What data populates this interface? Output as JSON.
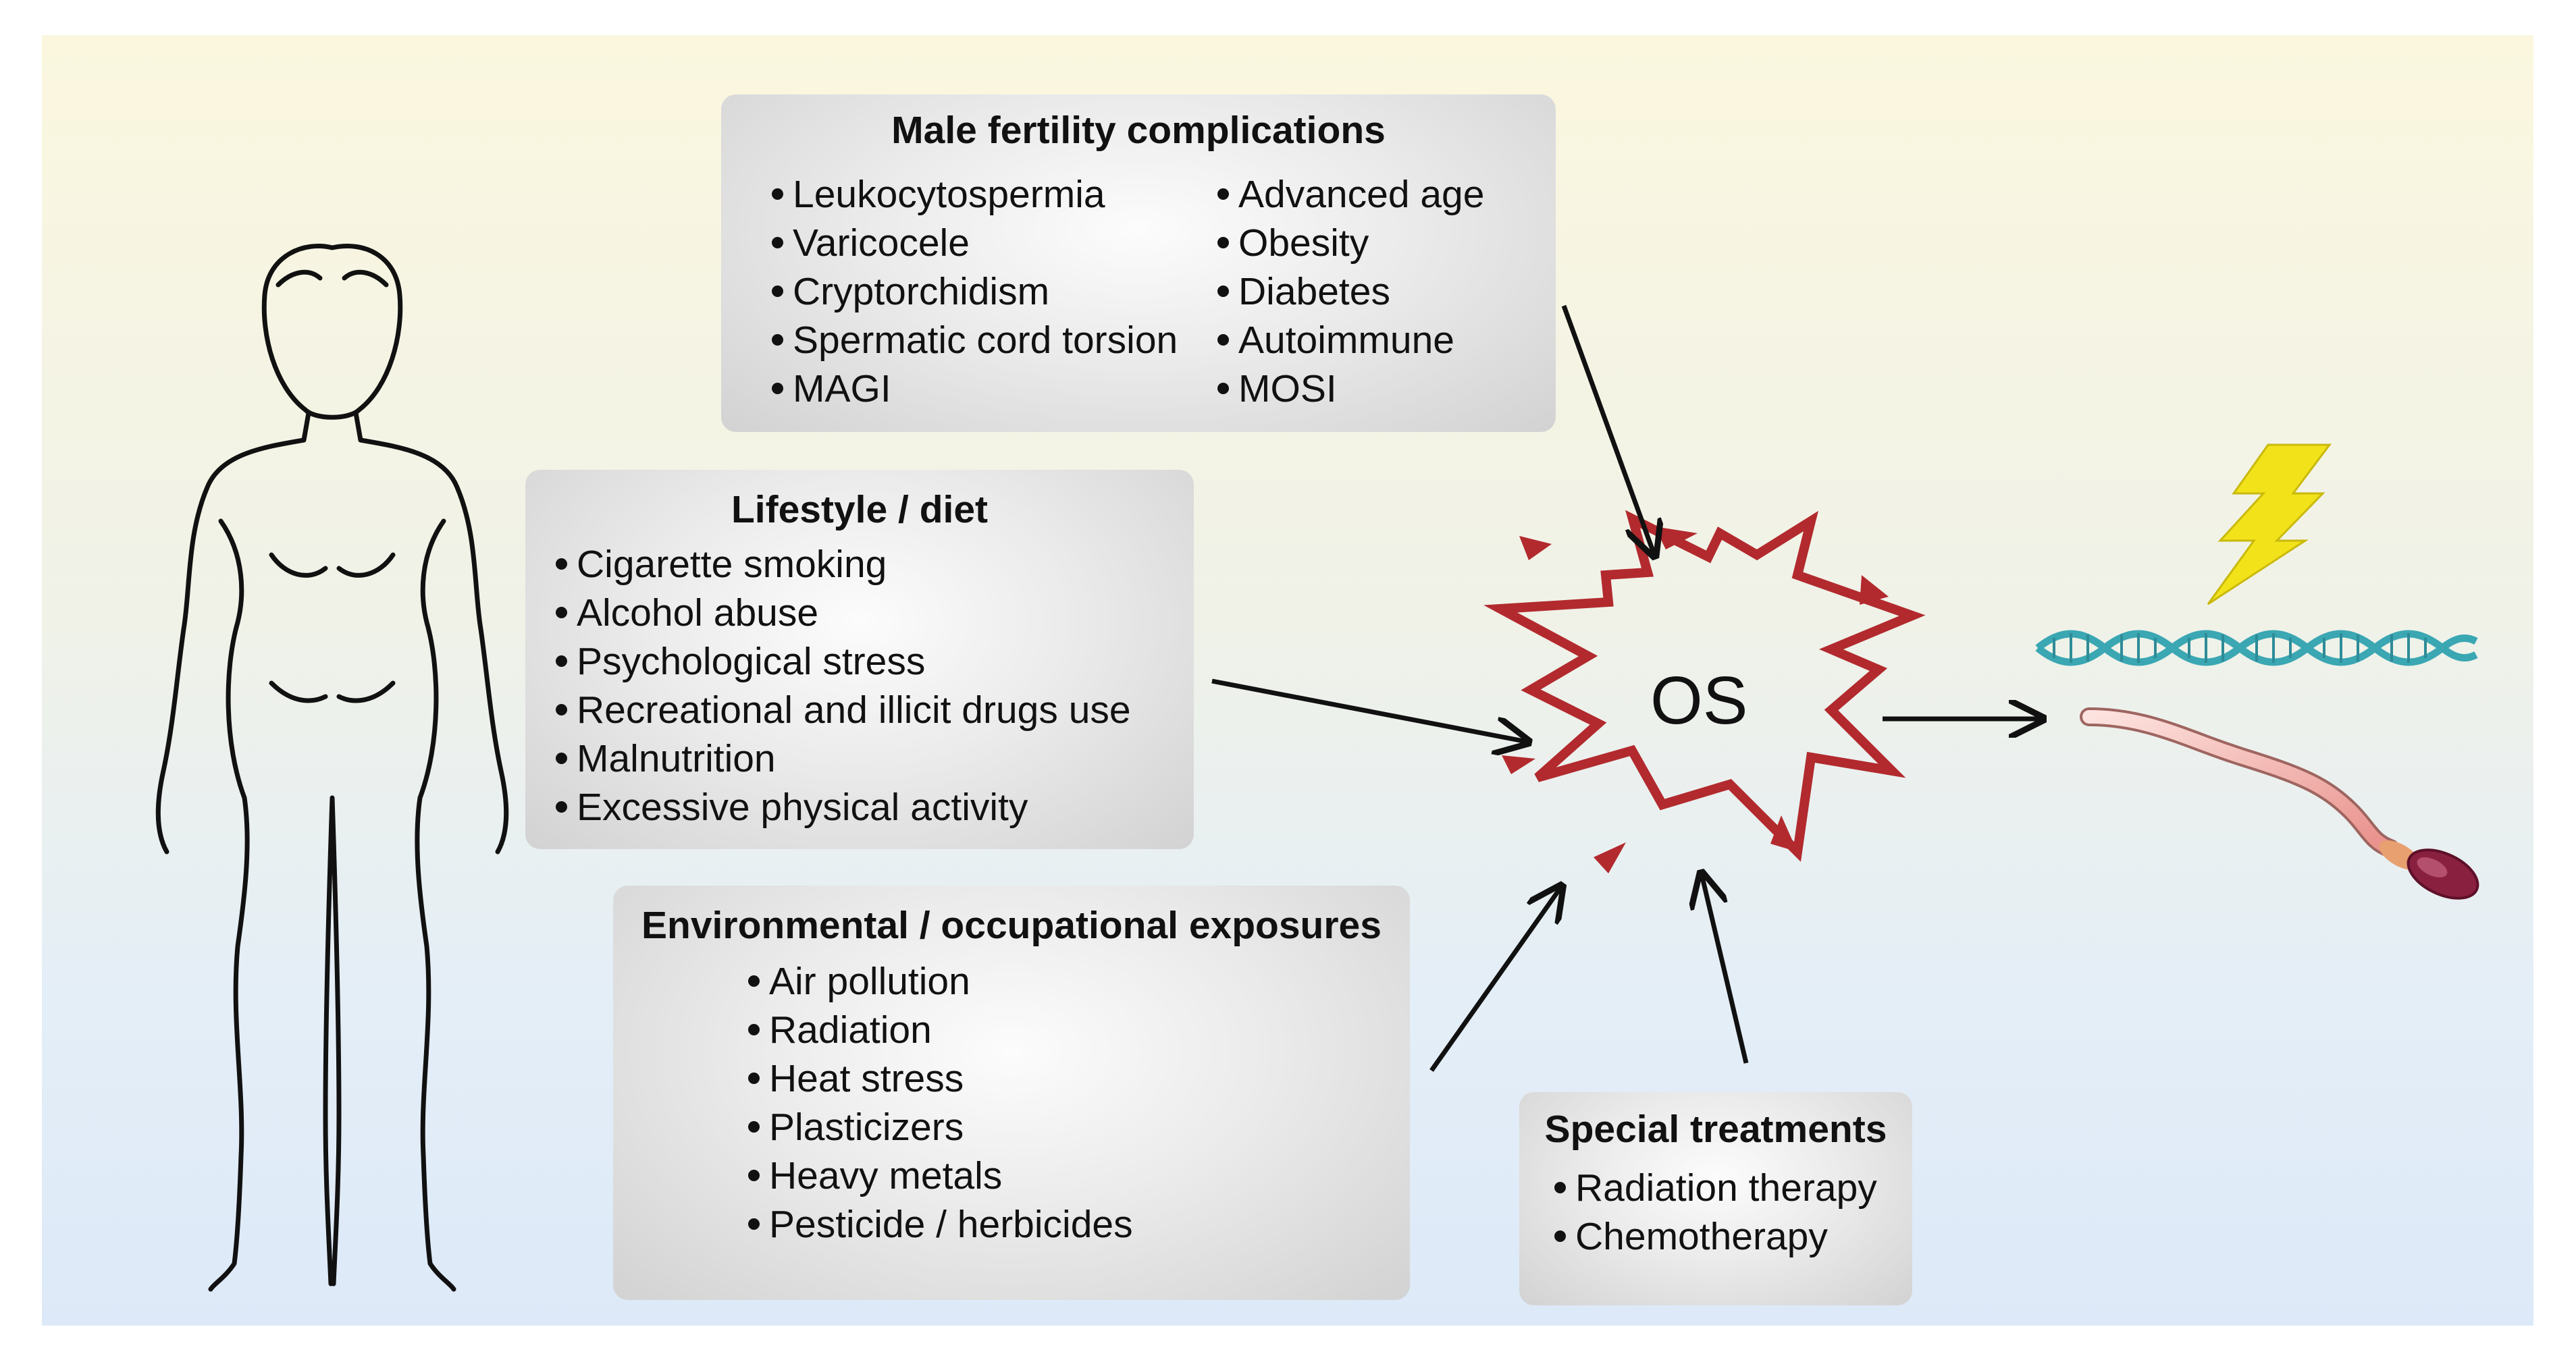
{
  "male_fertility": {
    "title": "Male fertility complications",
    "col1": [
      "Leukocytospermia",
      "Varicocele",
      "Cryptorchidism",
      "Spermatic cord torsion",
      "MAGI"
    ],
    "col2": [
      "Advanced age",
      "Obesity",
      "Diabetes",
      "Autoimmune",
      "MOSI"
    ]
  },
  "lifestyle": {
    "title": "Lifestyle / diet",
    "items": [
      "Cigarette smoking",
      "Alcohol abuse",
      "Psychological stress",
      "Recreational and illicit drugs use",
      "Malnutrition",
      "Excessive physical activity"
    ]
  },
  "environmental": {
    "title": "Environmental / occupational exposures",
    "items": [
      "Air pollution",
      "Radiation",
      "Heat stress",
      "Plasticizers",
      "Heavy metals",
      "Pesticide / herbicides"
    ]
  },
  "special": {
    "title": "Special treatments",
    "items": [
      "Radiation therapy",
      "Chemotherapy"
    ]
  },
  "center": {
    "label": "OS"
  },
  "colors": {
    "burst": "#b22a2e",
    "lightning": "#f2e21a",
    "dna": "#3aa7b3",
    "sperm_tail": "#f1b9b4",
    "sperm_head": "#8a2040"
  }
}
